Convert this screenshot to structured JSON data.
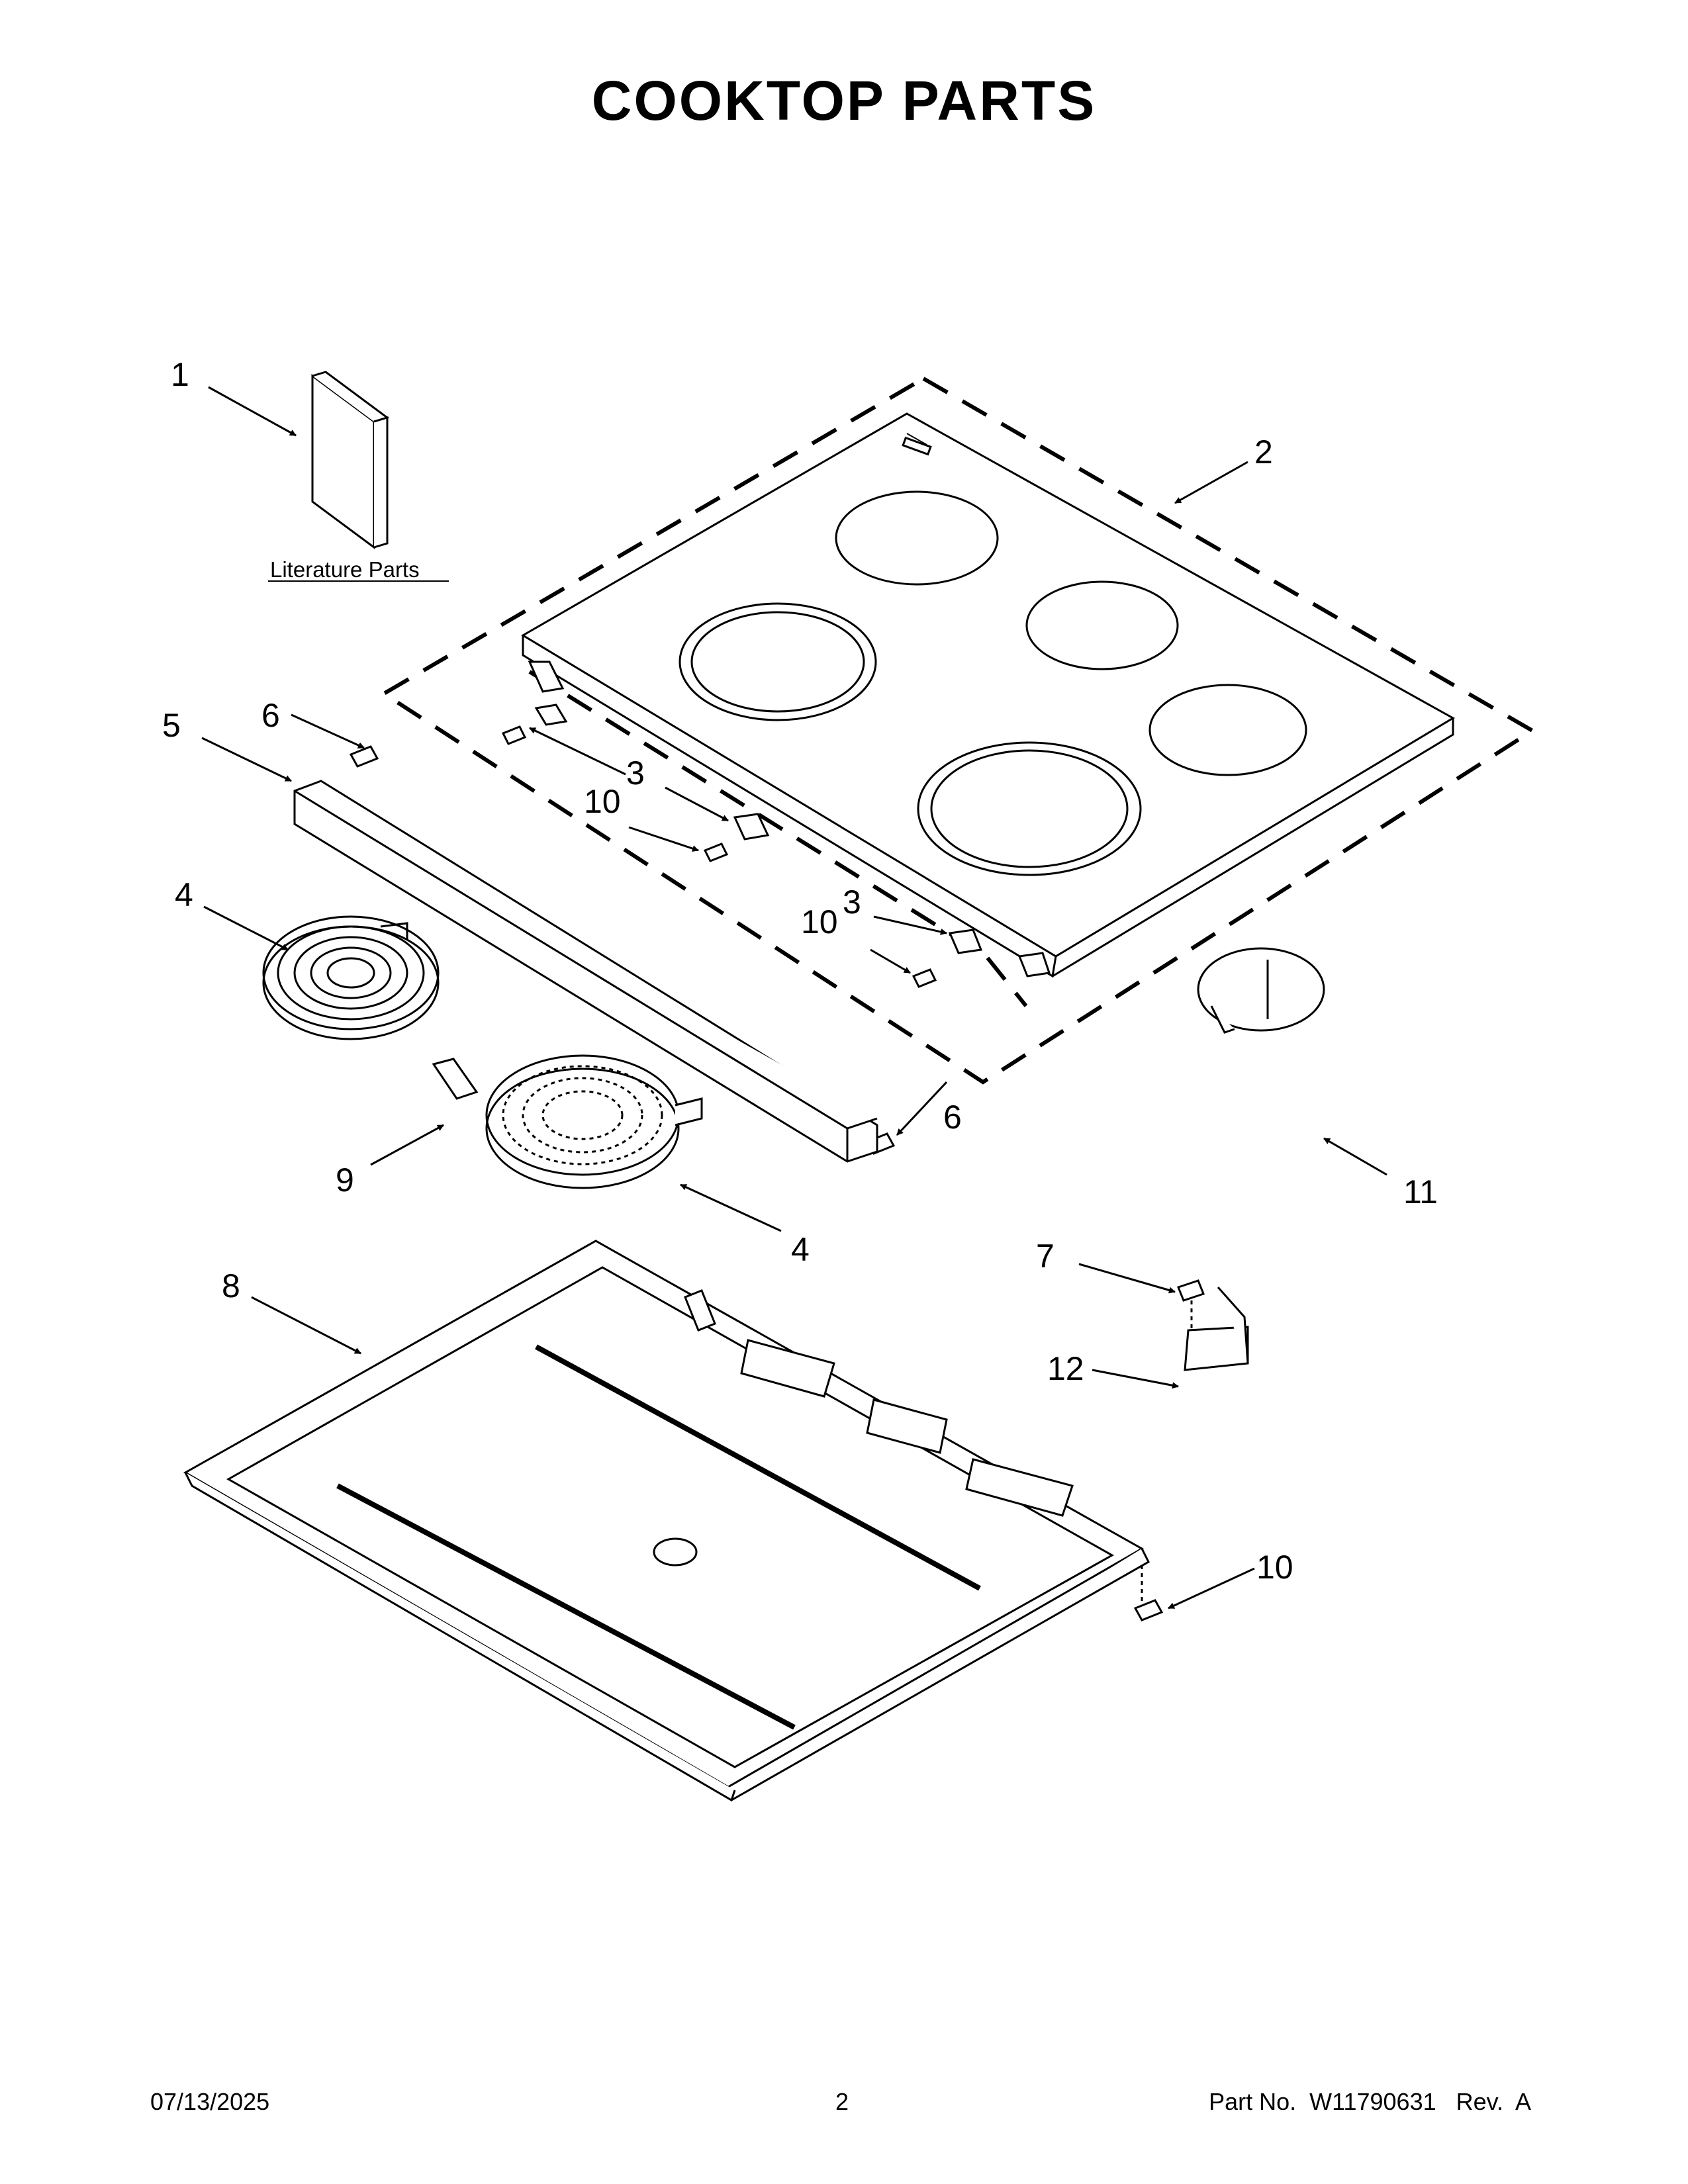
{
  "page": {
    "title": "COOKTOP PARTS",
    "literature_label": "Literature Parts"
  },
  "callouts": {
    "c1": "1",
    "c2": "2",
    "c3a": "3",
    "c3b": "3",
    "c4a": "4",
    "c4b": "4",
    "c5": "5",
    "c6a": "6",
    "c6b": "6",
    "c7": "7",
    "c8": "8",
    "c9": "9",
    "c10a": "10",
    "c10b": "10",
    "c10c": "10",
    "c11": "11",
    "c12": "12"
  },
  "footer": {
    "date": "07/13/2025",
    "page_number": "2",
    "part_number": "Part No.  W11790631   Rev.  A"
  }
}
